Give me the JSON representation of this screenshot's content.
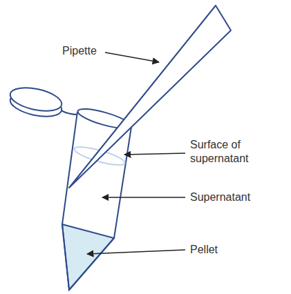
{
  "diagram": {
    "labels": [
      "Pipette",
      "Surface of supernatant",
      "Supernatant",
      "Pellet"
    ]
  }
}
